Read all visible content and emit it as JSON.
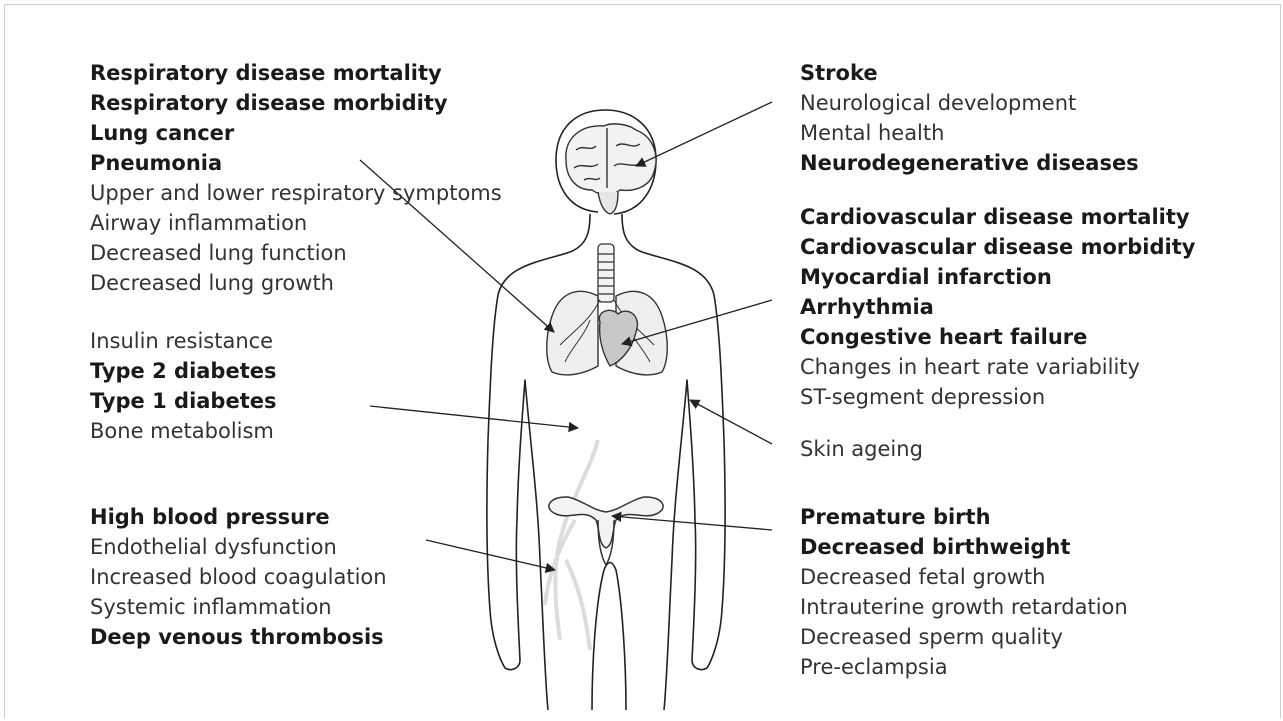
{
  "groups": {
    "respiratory": [
      {
        "text": "Respiratory disease mortality",
        "bold": true
      },
      {
        "text": "Respiratory disease morbidity",
        "bold": true
      },
      {
        "text": "Lung cancer",
        "bold": true
      },
      {
        "text": "Pneumonia",
        "bold": true
      },
      {
        "text": "Upper and lower respiratory symptoms",
        "bold": false
      },
      {
        "text": "Airway inflammation",
        "bold": false
      },
      {
        "text": "Decreased lung function",
        "bold": false
      },
      {
        "text": "Decreased lung growth",
        "bold": false
      }
    ],
    "metabolic": [
      {
        "text": "Insulin resistance",
        "bold": false
      },
      {
        "text": "Type 2 diabetes",
        "bold": true
      },
      {
        "text": "Type 1 diabetes",
        "bold": true
      },
      {
        "text": "Bone metabolism",
        "bold": false
      }
    ],
    "vascular": [
      {
        "text": "High blood pressure",
        "bold": true
      },
      {
        "text": "Endothelial dysfunction",
        "bold": false
      },
      {
        "text": "Increased blood coagulation",
        "bold": false
      },
      {
        "text": "Systemic inflammation",
        "bold": false
      },
      {
        "text": "Deep venous thrombosis",
        "bold": true
      }
    ],
    "brain": [
      {
        "text": "Stroke",
        "bold": true
      },
      {
        "text": "Neurological development",
        "bold": false
      },
      {
        "text": "Mental health",
        "bold": false
      },
      {
        "text": "Neurodegenerative diseases",
        "bold": true
      }
    ],
    "cardio": [
      {
        "text": "Cardiovascular disease mortality",
        "bold": true
      },
      {
        "text": "Cardiovascular disease morbidity",
        "bold": true
      },
      {
        "text": "Myocardial infarction",
        "bold": true
      },
      {
        "text": "Arrhythmia",
        "bold": true
      },
      {
        "text": "Congestive heart failure",
        "bold": true
      },
      {
        "text": "Changes in heart rate variability",
        "bold": false
      },
      {
        "text": "ST-segment depression",
        "bold": false
      }
    ],
    "skin": [
      {
        "text": "Skin ageing",
        "bold": false
      }
    ],
    "reproductive": [
      {
        "text": "Premature birth",
        "bold": true
      },
      {
        "text": "Decreased birthweight",
        "bold": true
      },
      {
        "text": "Decreased fetal growth",
        "bold": false
      },
      {
        "text": "Intrauterine growth retardation",
        "bold": false
      },
      {
        "text": "Decreased sperm quality",
        "bold": false
      },
      {
        "text": "Pre-eclampsia",
        "bold": false
      }
    ]
  },
  "colors": {
    "ink": "#1a1a1a",
    "outline": "#222222",
    "organ_fill": "#d9d9d9",
    "heart_fill": "#c8c8c8",
    "vessel": "#dddddd"
  }
}
